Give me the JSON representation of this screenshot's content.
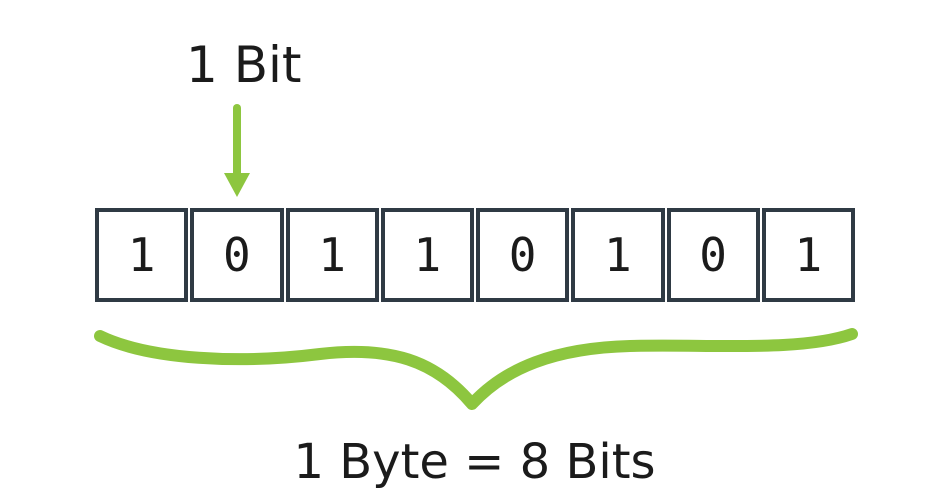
{
  "labels": {
    "bit": "1 Bit",
    "byte": "1 Byte = 8 Bits"
  },
  "bits": [
    "1",
    "0",
    "1",
    "1",
    "0",
    "1",
    "0",
    "1"
  ],
  "icons": {
    "arrow": "green-down-arrow",
    "brace": "green-curly-underbrace"
  },
  "colors": {
    "green": "#8dc63f",
    "border": "#2f3a44",
    "text": "#1b1b1b",
    "background": "#ffffff"
  }
}
